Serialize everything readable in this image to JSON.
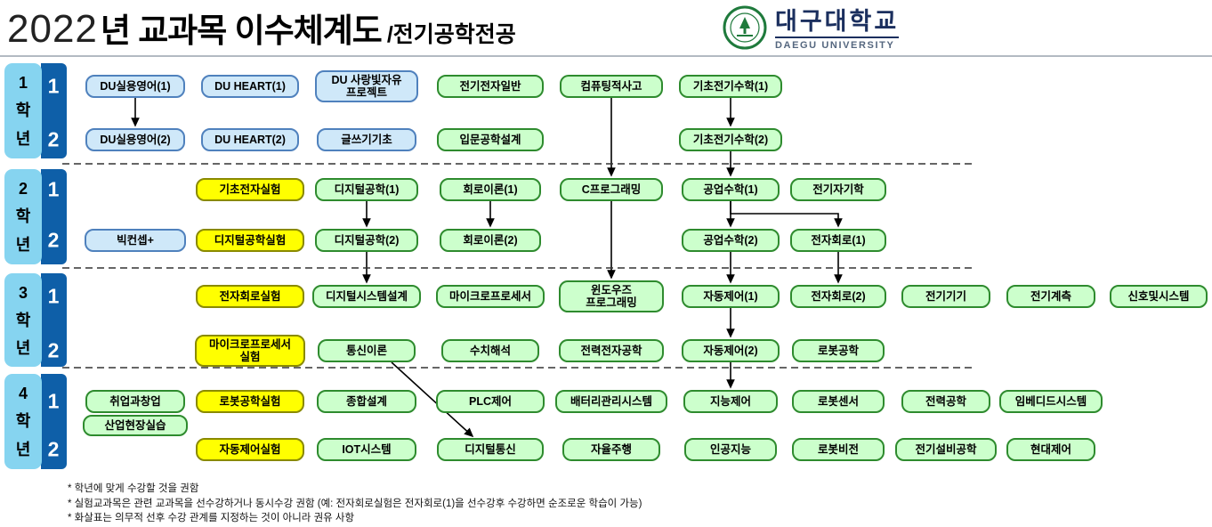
{
  "header": {
    "year": "2022",
    "title": "년 교과목 이수체계도",
    "subtitle": "/전기공학전공",
    "university": "대구대학교",
    "university_en": "DAEGU UNIVERSITY"
  },
  "colors": {
    "general": {
      "fill": "#cfe8f9",
      "border": "#4f81bd"
    },
    "major": {
      "fill": "#ccffcc",
      "border": "#2e8b2e"
    },
    "lab": {
      "fill": "#ffff00",
      "border": "#8a8a00"
    },
    "sidebar_year_fill": "#86d4f0",
    "sidebar_sem_fill": "#0e5fa8",
    "arrow": "#000000"
  },
  "years": [
    {
      "label_chars": [
        "1",
        "학",
        "년"
      ],
      "semesters": [
        "1",
        "2"
      ]
    },
    {
      "label_chars": [
        "2",
        "학",
        "년"
      ],
      "semesters": [
        "1",
        "2"
      ]
    },
    {
      "label_chars": [
        "3",
        "학",
        "년"
      ],
      "semesters": [
        "1",
        "2"
      ]
    },
    {
      "label_chars": [
        "4",
        "학",
        "년"
      ],
      "semesters": [
        "1",
        "2"
      ]
    }
  ],
  "courses": [
    {
      "name": "DU실용영어(1)",
      "type": "general",
      "col": 1,
      "row": "1-1",
      "w": 112
    },
    {
      "name": "DU HEART(1)",
      "type": "general",
      "col": 2,
      "row": "1-1",
      "w": 110
    },
    {
      "name": "DU 사랑빛자유\n프로젝트",
      "type": "general",
      "col": 3,
      "row": "1-1",
      "w": 116,
      "h": 36
    },
    {
      "name": "전기전자일반",
      "type": "major",
      "col": 4,
      "row": "1-1",
      "w": 120
    },
    {
      "name": "컴퓨팅적사고",
      "type": "major",
      "col": 5,
      "row": "1-1",
      "w": 116
    },
    {
      "name": "기초전기수학(1)",
      "type": "major",
      "col": 6,
      "row": "1-1",
      "w": 116
    },
    {
      "name": "DU실용영어(2)",
      "type": "general",
      "col": 1,
      "row": "1-2",
      "w": 112
    },
    {
      "name": "DU HEART(2)",
      "type": "general",
      "col": 2,
      "row": "1-2",
      "w": 110
    },
    {
      "name": "글쓰기기초",
      "type": "general",
      "col": 3,
      "row": "1-2",
      "w": 112
    },
    {
      "name": "입문공학설계",
      "type": "major",
      "col": 4,
      "row": "1-2",
      "w": 120
    },
    {
      "name": "기초전기수학(2)",
      "type": "major",
      "col": 6,
      "row": "1-2",
      "w": 116
    },
    {
      "name": "기초전자실험",
      "type": "lab",
      "col": 2,
      "row": "2-1",
      "w": 122
    },
    {
      "name": "디지털공학(1)",
      "type": "major",
      "col": 3,
      "row": "2-1",
      "w": 116
    },
    {
      "name": "회로이론(1)",
      "type": "major",
      "col": 4,
      "row": "2-1",
      "w": 114
    },
    {
      "name": "C프로그래밍",
      "type": "major",
      "col": 5,
      "row": "2-1",
      "w": 116
    },
    {
      "name": "공업수학(1)",
      "type": "major",
      "col": 6,
      "row": "2-1",
      "w": 110
    },
    {
      "name": "전기자기학",
      "type": "major",
      "col": 7,
      "row": "2-1",
      "w": 108
    },
    {
      "name": "빅컨셉+",
      "type": "general",
      "col": 1,
      "row": "2-2",
      "w": 114
    },
    {
      "name": "디지털공학실험",
      "type": "lab",
      "col": 2,
      "row": "2-2",
      "w": 122
    },
    {
      "name": "디지털공학(2)",
      "type": "major",
      "col": 3,
      "row": "2-2",
      "w": 116
    },
    {
      "name": "회로이론(2)",
      "type": "major",
      "col": 4,
      "row": "2-2",
      "w": 114
    },
    {
      "name": "공업수학(2)",
      "type": "major",
      "col": 6,
      "row": "2-2",
      "w": 110
    },
    {
      "name": "전자회로(1)",
      "type": "major",
      "col": 7,
      "row": "2-2",
      "w": 108
    },
    {
      "name": "전자회로실험",
      "type": "lab",
      "col": 2,
      "row": "3-1",
      "w": 122
    },
    {
      "name": "디지털시스템설계",
      "type": "major",
      "col": 3,
      "row": "3-1",
      "w": 122
    },
    {
      "name": "마이크로프로세서",
      "type": "major",
      "col": 4,
      "row": "3-1",
      "w": 122
    },
    {
      "name": "윈도우즈\n프로그래밍",
      "type": "major",
      "col": 5,
      "row": "3-1",
      "w": 118,
      "h": 36
    },
    {
      "name": "자동제어(1)",
      "type": "major",
      "col": 6,
      "row": "3-1",
      "w": 110
    },
    {
      "name": "전자회로(2)",
      "type": "major",
      "col": 7,
      "row": "3-1",
      "w": 108
    },
    {
      "name": "전기기기",
      "type": "major",
      "col": 8,
      "row": "3-1",
      "w": 100
    },
    {
      "name": "전기계측",
      "type": "major",
      "col": 9,
      "row": "3-1",
      "w": 100
    },
    {
      "name": "신호및시스템",
      "type": "major",
      "col": 10,
      "row": "3-1",
      "w": 110
    },
    {
      "name": "마이크로프로세서\n실험",
      "type": "lab",
      "col": 2,
      "row": "3-2",
      "w": 124,
      "h": 36
    },
    {
      "name": "통신이론",
      "type": "major",
      "col": 3,
      "row": "3-2",
      "w": 110
    },
    {
      "name": "수치해석",
      "type": "major",
      "col": 4,
      "row": "3-2",
      "w": 110
    },
    {
      "name": "전력전자공학",
      "type": "major",
      "col": 5,
      "row": "3-2",
      "w": 118
    },
    {
      "name": "자동제어(2)",
      "type": "major",
      "col": 6,
      "row": "3-2",
      "w": 110
    },
    {
      "name": "로봇공학",
      "type": "major",
      "col": 7,
      "row": "3-2",
      "w": 104
    },
    {
      "name": "취업과창업",
      "type": "major",
      "col": 1,
      "row": "4-1",
      "w": 112
    },
    {
      "name": "로봇공학실험",
      "type": "lab",
      "col": 2,
      "row": "4-1",
      "w": 122
    },
    {
      "name": "종합설계",
      "type": "major",
      "col": 3,
      "row": "4-1",
      "w": 112
    },
    {
      "name": "PLC제어",
      "type": "major",
      "col": 4,
      "row": "4-1",
      "w": 122
    },
    {
      "name": "배터리관리시스템",
      "type": "major",
      "col": 5,
      "row": "4-1",
      "w": 126
    },
    {
      "name": "지능제어",
      "type": "major",
      "col": 6,
      "row": "4-1",
      "w": 106
    },
    {
      "name": "로봇센서",
      "type": "major",
      "col": 7,
      "row": "4-1",
      "w": 104
    },
    {
      "name": "전력공학",
      "type": "major",
      "col": 8,
      "row": "4-1",
      "w": 100
    },
    {
      "name": "임베디드시스템",
      "type": "major",
      "col": 9,
      "row": "4-1",
      "w": 116
    },
    {
      "name": "산업현장실습",
      "type": "major",
      "col": 1,
      "row": "4-m",
      "w": 118,
      "h": 24
    },
    {
      "name": "자동제어실험",
      "type": "lab",
      "col": 2,
      "row": "4-2",
      "w": 122
    },
    {
      "name": "IOT시스템",
      "type": "major",
      "col": 3,
      "row": "4-2",
      "w": 112
    },
    {
      "name": "디지털통신",
      "type": "major",
      "col": 4,
      "row": "4-2",
      "w": 120
    },
    {
      "name": "자율주행",
      "type": "major",
      "col": 5,
      "row": "4-2",
      "w": 110
    },
    {
      "name": "인공지능",
      "type": "major",
      "col": 6,
      "row": "4-2",
      "w": 104
    },
    {
      "name": "로봇비전",
      "type": "major",
      "col": 7,
      "row": "4-2",
      "w": 104
    },
    {
      "name": "전기설비공학",
      "type": "major",
      "col": 8,
      "row": "4-2",
      "w": 114
    },
    {
      "name": "현대제어",
      "type": "major",
      "col": 9,
      "row": "4-2",
      "w": 100
    }
  ],
  "arrows": [
    {
      "from": "DU실용영어(1)",
      "to": "DU실용영어(2)"
    },
    {
      "from": "기초전기수학(1)",
      "to": "기초전기수학(2)"
    },
    {
      "from": "컴퓨팅적사고",
      "to": "C프로그래밍"
    },
    {
      "from": "기초전기수학(2)",
      "to": "공업수학(1)"
    },
    {
      "from": "디지털공학(1)",
      "to": "디지털공학(2)"
    },
    {
      "from": "회로이론(1)",
      "to": "회로이론(2)"
    },
    {
      "from": "C프로그래밍",
      "to": "윈도우즈\n프로그래밍"
    },
    {
      "from": "공업수학(1)",
      "to": "공업수학(2)"
    },
    {
      "from": "공업수학(1)",
      "to": "전자회로(1)"
    },
    {
      "from": "디지털공학(2)",
      "to": "디지털시스템설계"
    },
    {
      "from": "공업수학(2)",
      "to": "자동제어(1)"
    },
    {
      "from": "전자회로(1)",
      "to": "전자회로(2)"
    },
    {
      "from": "자동제어(1)",
      "to": "자동제어(2)"
    },
    {
      "from": "자동제어(2)",
      "to": "지능제어"
    },
    {
      "from": "통신이론",
      "to": "디지털통신",
      "kind": "diagonal"
    }
  ],
  "notes": [
    "* 학년에 맞게 수강할 것을 권함",
    "* 실험교과목은 관련 교과목을 선수강하거나 동시수강 권함 (예: 전자회로실험은 전자회로(1)을 선수강후 수강하면 순조로운 학습이 가능)",
    "* 화살표는 의무적 선후 수강 관계를 지정하는 것이 아니라 권유 사항"
  ]
}
